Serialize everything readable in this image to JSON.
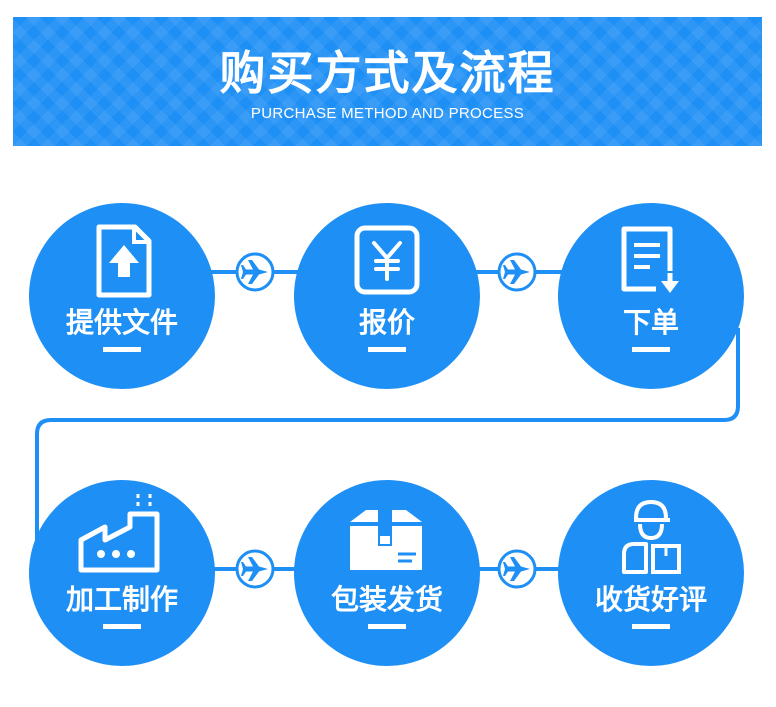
{
  "header": {
    "title": "购买方式及流程",
    "subtitle": "PURCHASE METHOD AND PROCESS"
  },
  "steps": [
    {
      "label": "提供文件",
      "icon": "file-upload-icon"
    },
    {
      "label": "报价",
      "icon": "yuan-icon"
    },
    {
      "label": "下单",
      "icon": "order-download-icon"
    },
    {
      "label": "加工制作",
      "icon": "factory-icon"
    },
    {
      "label": "包装发货",
      "icon": "package-icon"
    },
    {
      "label": "收货好评",
      "icon": "courier-icon"
    }
  ],
  "connector_icon": "airplane-icon",
  "colors": {
    "primary": "#1e8ff5",
    "text": "#ffffff"
  }
}
